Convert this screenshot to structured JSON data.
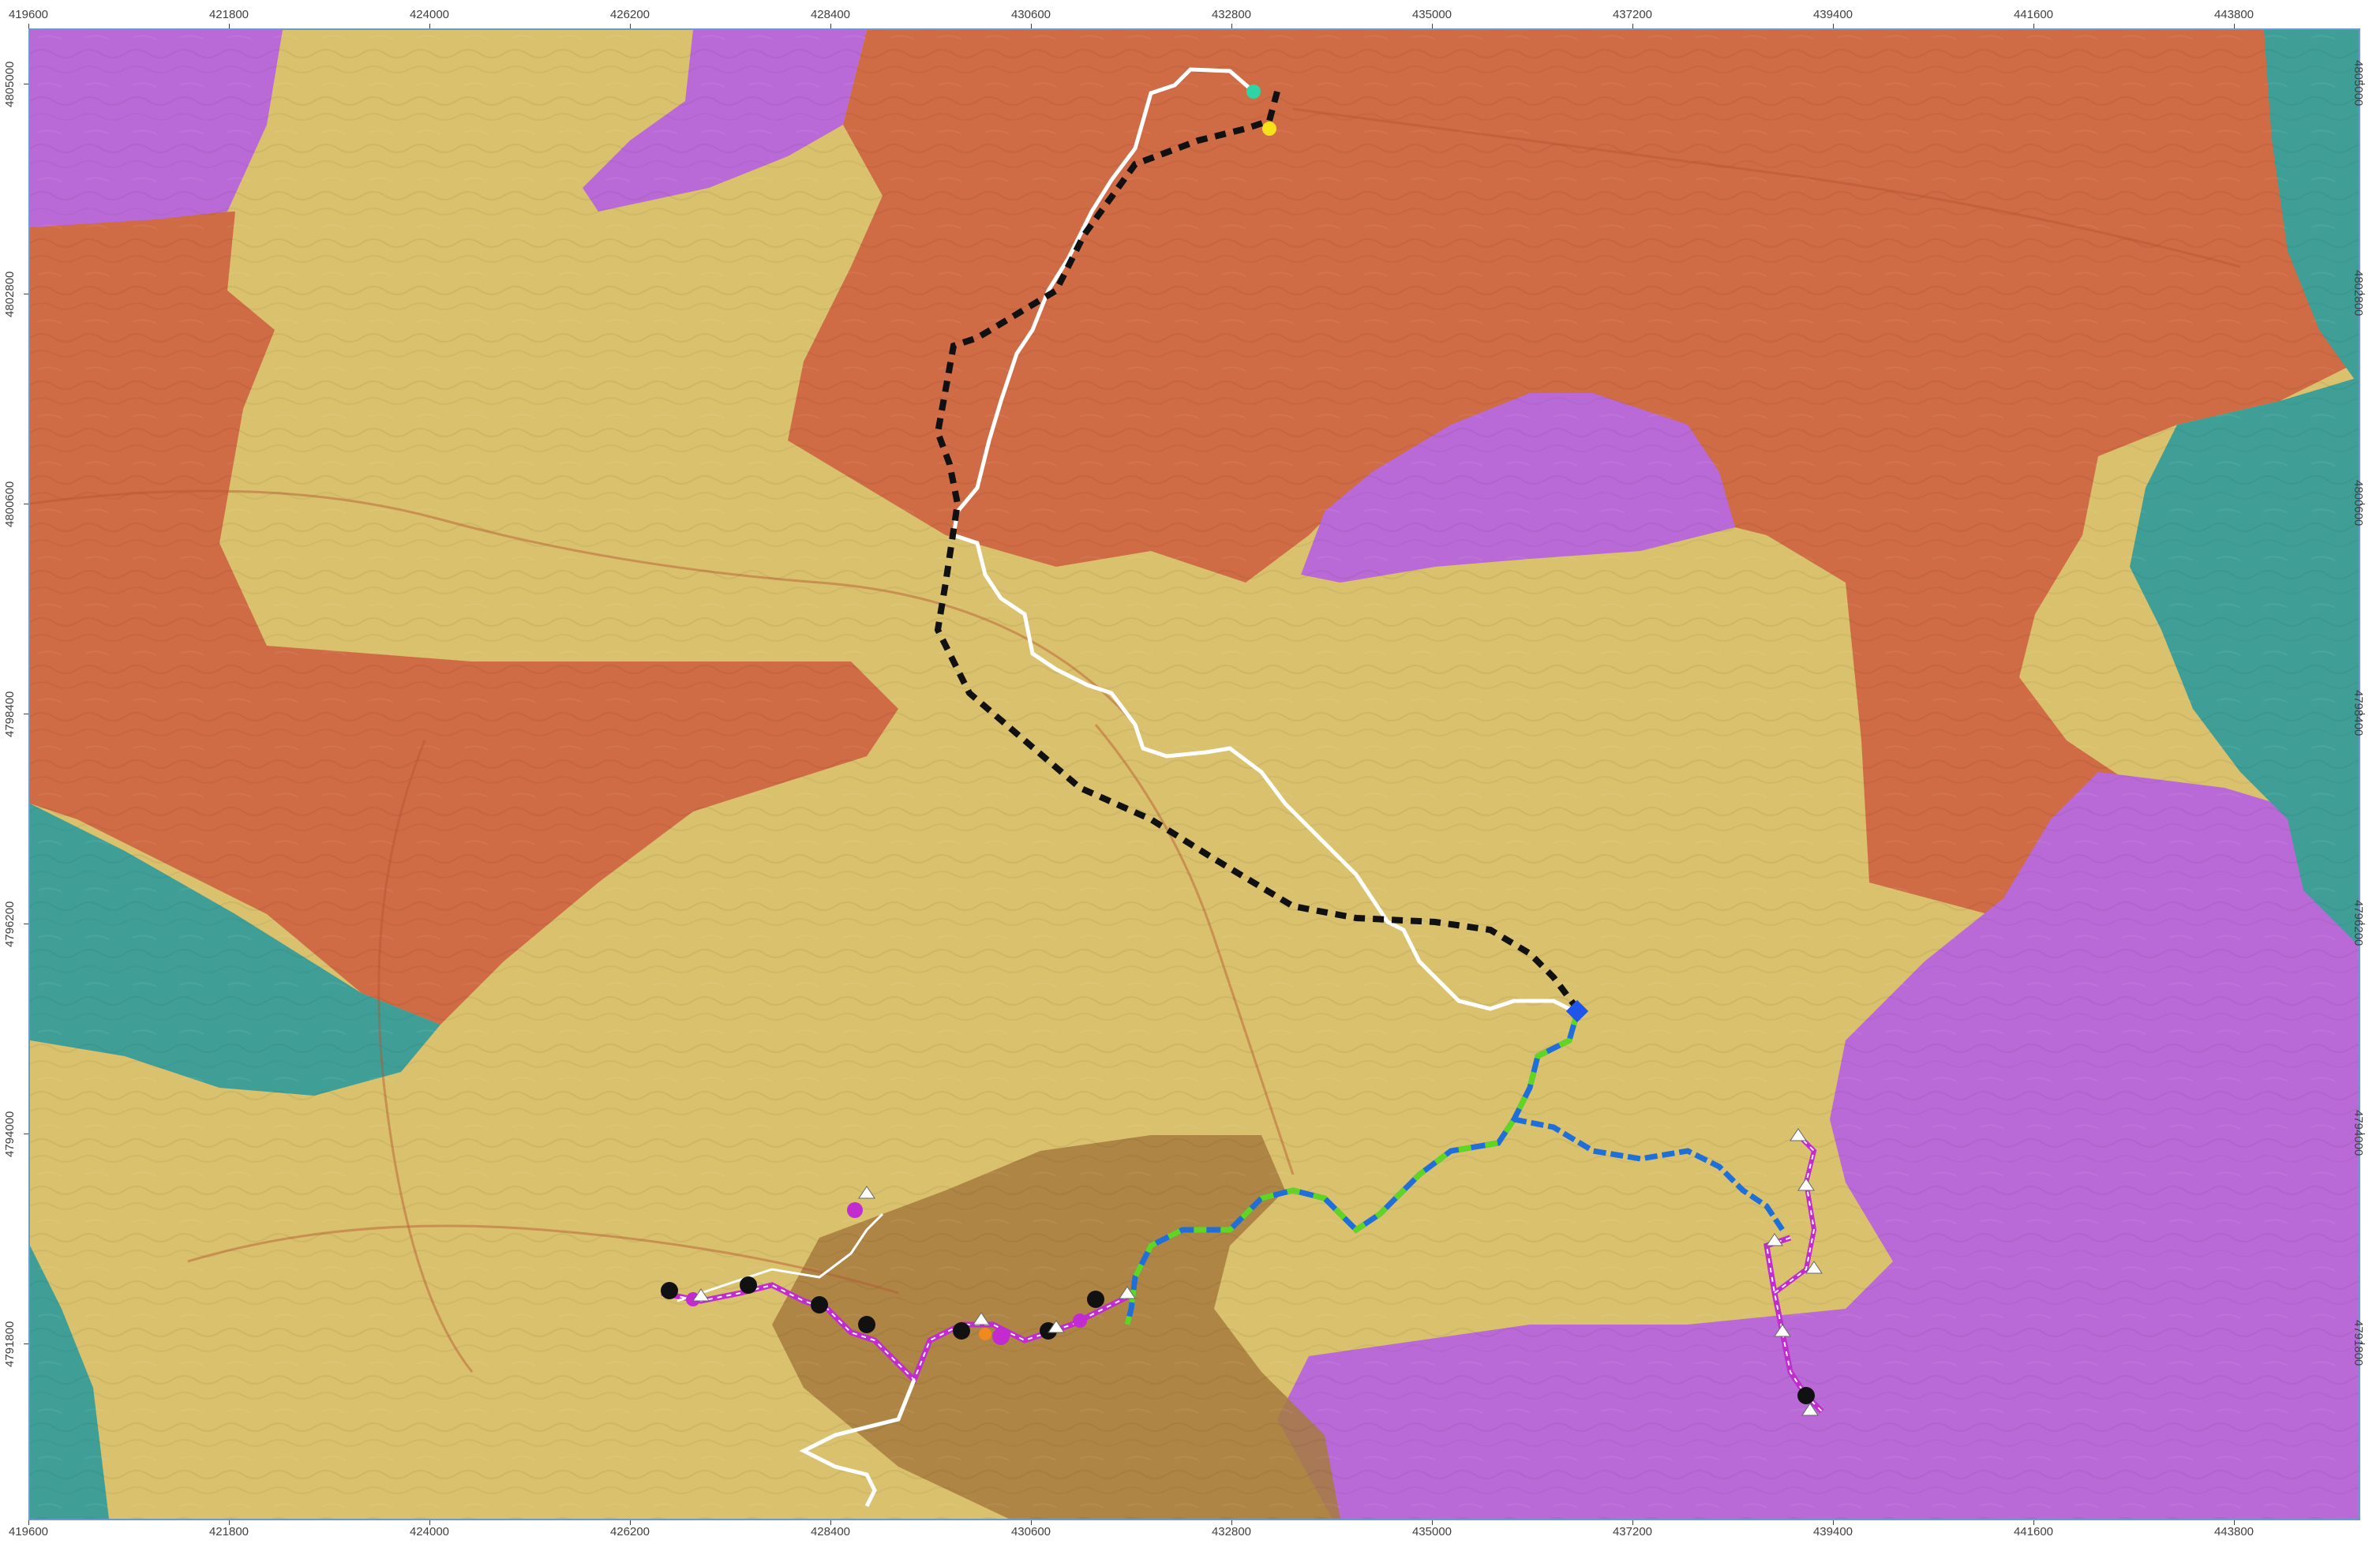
{
  "map": {
    "x_ticks": [
      "419600",
      "421800",
      "424000",
      "426200",
      "428400",
      "430600",
      "432800",
      "435000",
      "437200",
      "439400",
      "441600",
      "443800"
    ],
    "y_ticks": [
      "4805000",
      "4802800",
      "4800600",
      "4798400",
      "4796200",
      "4794000",
      "4791800"
    ],
    "colors": {
      "base": "#d9c16d",
      "zone_orange": "#cf6b45",
      "zone_purple": "#b96ad6",
      "zone_teal": "#3f9f97",
      "zone_brown": "#a67a3e",
      "route_white": "#ffffff",
      "route_dashed_black": "#111111",
      "route_blue": "#1f6fd8",
      "route_green": "#5fd624",
      "route_magenta": "#c22bd0"
    },
    "features": [
      "topographic-base-map",
      "zone-polygons",
      "routes",
      "waypoints"
    ]
  }
}
